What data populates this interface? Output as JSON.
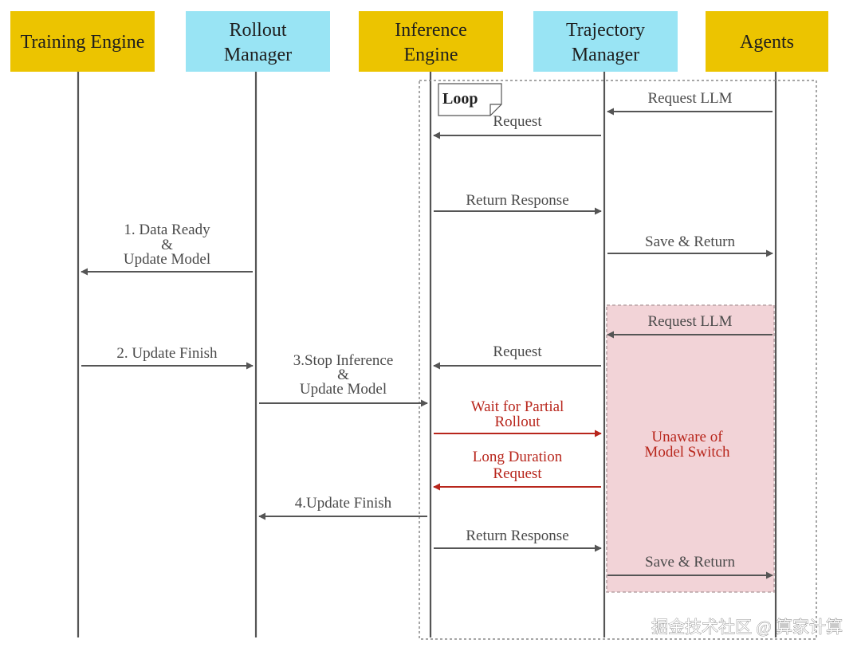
{
  "actors": [
    {
      "id": "training",
      "lines": [
        "Training Engine"
      ],
      "color": "#ecc400"
    },
    {
      "id": "rollout",
      "lines": [
        "Rollout",
        "Manager"
      ],
      "color": "#99e4f4"
    },
    {
      "id": "inference",
      "lines": [
        "Inference",
        "Engine"
      ],
      "color": "#ecc400"
    },
    {
      "id": "trajectory",
      "lines": [
        "Trajectory",
        "Manager"
      ],
      "color": "#99e4f4"
    },
    {
      "id": "agents",
      "lines": [
        "Agents"
      ],
      "color": "#ecc400"
    }
  ],
  "loop": {
    "label": "Loop"
  },
  "highlight": {
    "lines": [
      "Unaware of",
      "Model Switch"
    ],
    "fill": "#f2d3d7",
    "text_color": "#b8261c"
  },
  "messages": [
    {
      "from": "agents",
      "to": "trajectory",
      "lines": [
        "Request LLM"
      ],
      "color": "#555555"
    },
    {
      "from": "trajectory",
      "to": "inference",
      "lines": [
        "Request"
      ],
      "color": "#555555"
    },
    {
      "from": "inference",
      "to": "trajectory",
      "lines": [
        "Return Response"
      ],
      "color": "#555555"
    },
    {
      "from": "rollout",
      "to": "training",
      "lines": [
        "1. Data Ready",
        "&",
        "Update Model"
      ],
      "color": "#555555"
    },
    {
      "from": "trajectory",
      "to": "agents",
      "lines": [
        "Save & Return"
      ],
      "color": "#555555"
    },
    {
      "from": "agents",
      "to": "trajectory",
      "lines": [
        "Request LLM"
      ],
      "color": "#555555"
    },
    {
      "from": "training",
      "to": "rollout",
      "lines": [
        "2. Update Finish"
      ],
      "color": "#555555"
    },
    {
      "from": "trajectory",
      "to": "inference",
      "lines": [
        "Request"
      ],
      "color": "#555555"
    },
    {
      "from": "rollout",
      "to": "inference",
      "lines": [
        "3.Stop Inference",
        "&",
        "Update Model"
      ],
      "color": "#555555"
    },
    {
      "from": "inference",
      "to": "trajectory",
      "lines": [
        "Wait for Partial",
        "Rollout"
      ],
      "color": "#b8261c"
    },
    {
      "from": "trajectory",
      "to": "inference",
      "lines": [
        "Long Duration",
        "Request"
      ],
      "color": "#b8261c"
    },
    {
      "from": "inference",
      "to": "rollout",
      "lines": [
        "4.Update Finish"
      ],
      "color": "#555555"
    },
    {
      "from": "inference",
      "to": "trajectory",
      "lines": [
        "Return Response"
      ],
      "color": "#555555"
    },
    {
      "from": "trajectory",
      "to": "agents",
      "lines": [
        "Save & Return"
      ],
      "color": "#555555"
    }
  ],
  "watermark": "掘金技术社区 @ 算家计算"
}
